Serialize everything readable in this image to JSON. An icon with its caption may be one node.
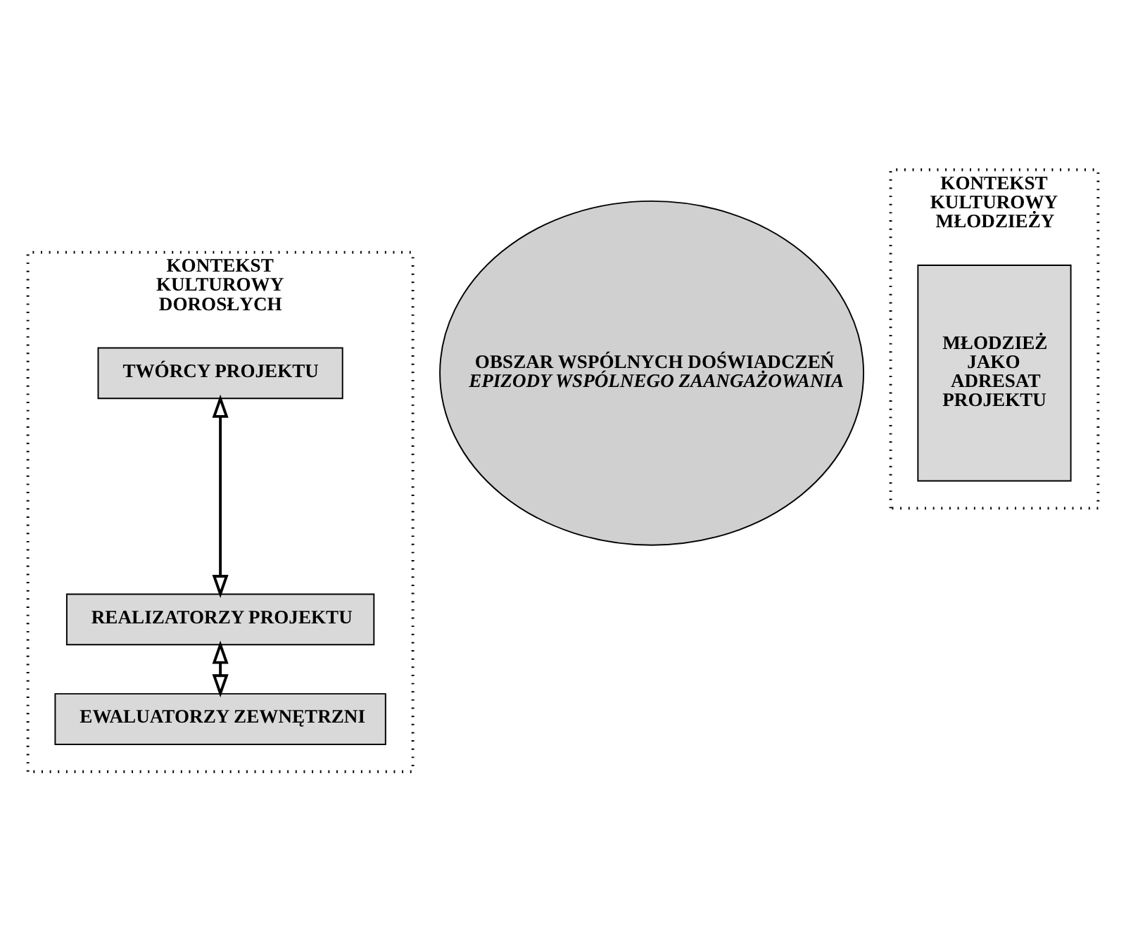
{
  "diagram": {
    "nodes": [
      {
        "text": [
          "KONTEKST KULTUROWY DOROSŁYCH"
        ]
      },
      {
        "text": [
          "TWÓRCY PROJEKTU"
        ],
        "in": 0
      },
      {
        "text": [
          "REALIZATORZY PROJEKTU"
        ],
        "in": 0
      },
      {
        "text": [
          "EWALUATORZY ZEWNĘTRZNI"
        ],
        "in": 0
      },
      {
        "text": [
          "OBSZAR WSPÓLNYCH DOŚWIADCZEŃ",
          "EPIZODY WSPÓLNEGO ZAANGAŻOWANIA"
        ]
      },
      {
        "text": [
          "KONTEKST KULTUROWY MŁODZIEŻY"
        ]
      },
      {
        "text": [
          "MŁODZIEŻ JAKO ADRESAT PROJEKTU"
        ],
        "in": 5
      }
    ],
    "edges": [
      {
        "from": 1,
        "to": 2,
        "arrow": "both"
      },
      {
        "from": 2,
        "to": 3,
        "arrow": "both"
      }
    ]
  }
}
